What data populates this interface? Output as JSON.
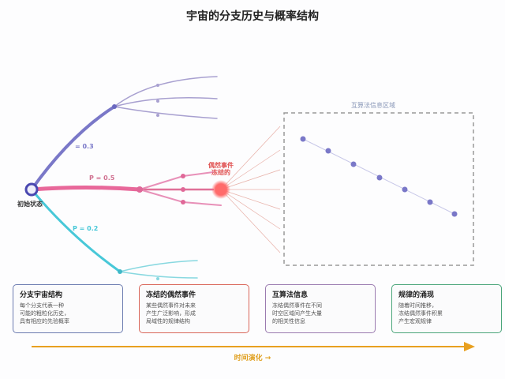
{
  "title": "宇宙的分支历史与概率结构",
  "labels": {
    "p03": "= 0.3",
    "p05": "P = 0.5",
    "p02": "P = 0.2",
    "initial": "初始状态",
    "frozen_line1": "偶然事件",
    "frozen_line2": "冻结的",
    "region": "互算法信息区域"
  },
  "cards": [
    {
      "title": "分支宇宙结构",
      "lines": [
        "每个分支代表一种",
        "可能的粗粒化历史，",
        "具有相应的先验概率"
      ],
      "color": "#6b7bb0"
    },
    {
      "title": "冻结的偶然事件",
      "lines": [
        "某些偶然事件对未来",
        "产生广泛影响，形成",
        "局域性的规律结构"
      ],
      "color": "#d9665a"
    },
    {
      "title": "互算法信息",
      "lines": [
        "冻结偶然事件在不同",
        "时空区域间产生大量",
        "的相关性信息"
      ],
      "color": "#9b7bb0"
    },
    {
      "title": "规律的涌现",
      "lines": [
        "随着时间推移，",
        "冻结偶然事件积累",
        "产生宏观规律"
      ],
      "color": "#4aa57a"
    }
  ],
  "axis": {
    "label": "时间演化 →",
    "color": "#e8a020"
  }
}
